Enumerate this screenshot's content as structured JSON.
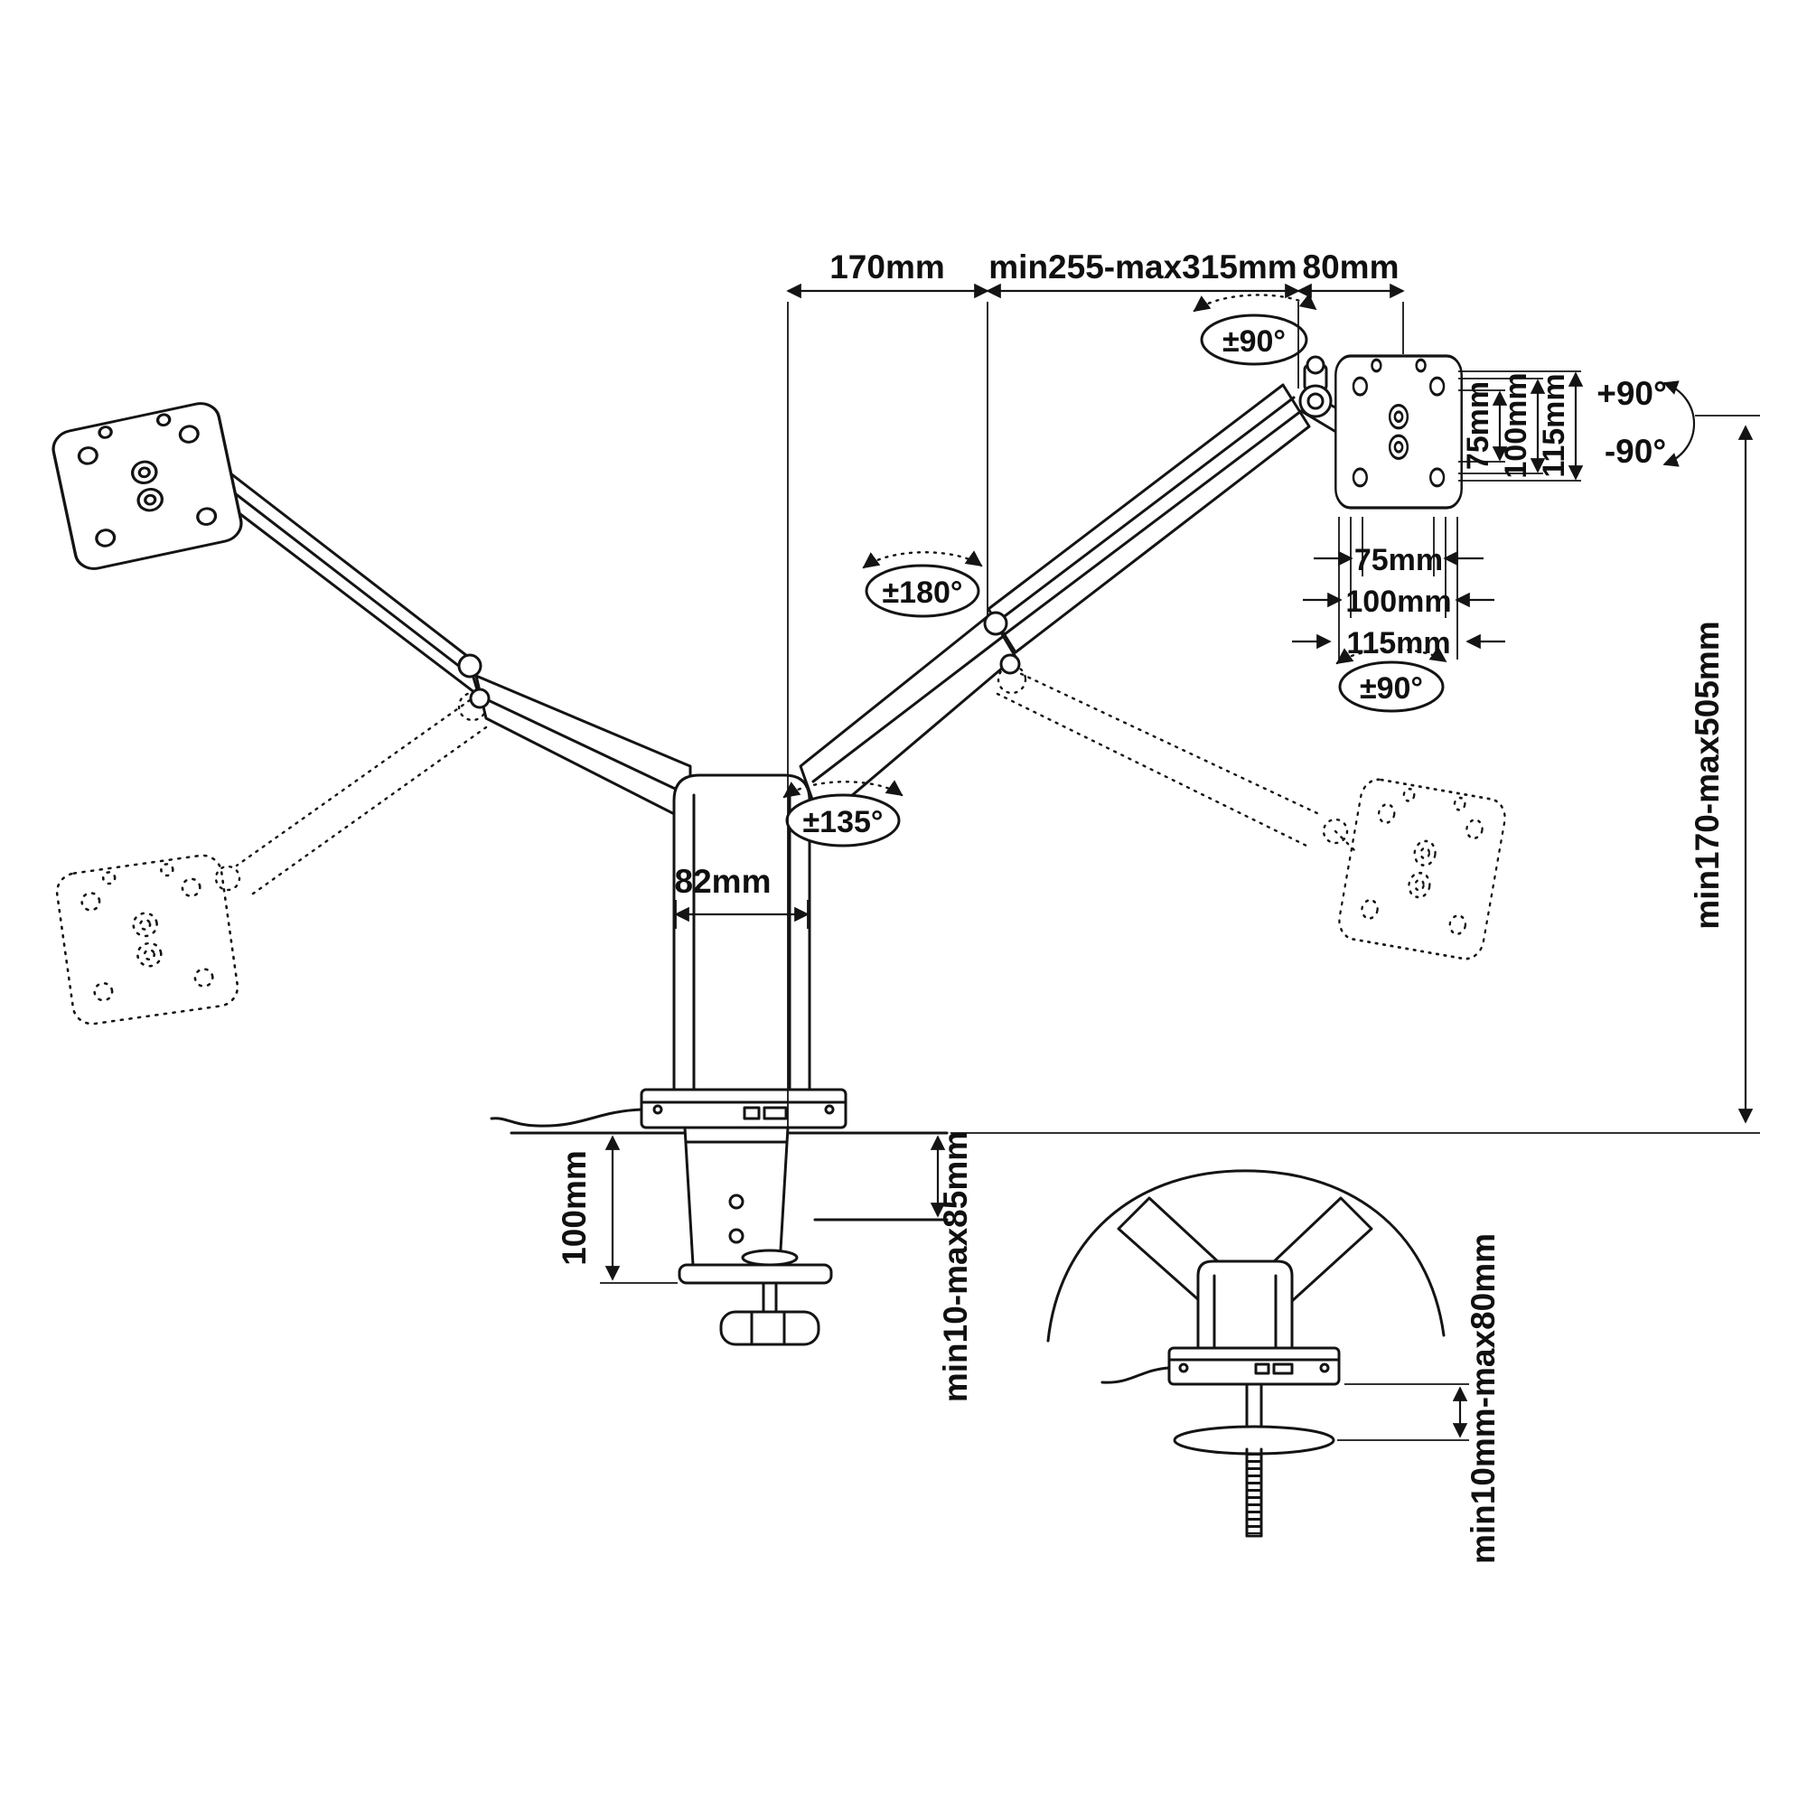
{
  "labels": {
    "gap_170": "170mm",
    "reach": "min255-max315mm",
    "head_80": "80mm",
    "rot_top": "±90°",
    "vesa_v_75": "75mm",
    "vesa_v_100": "100mm",
    "vesa_v_115": "115mm",
    "tilt_plus": "+90°",
    "tilt_minus": "-90°",
    "vesa_h_75": "75mm",
    "vesa_h_100": "100mm",
    "vesa_h_115": "115mm",
    "swivel_180": "±180°",
    "rot_vesa": "±90°",
    "swivel_135": "±135°",
    "pole_82": "82mm",
    "height_range": "min170-max505mm",
    "clamp_100": "100mm",
    "desk_range": "min10-max85mm",
    "grommet_range": "min10mm-max80mm"
  }
}
